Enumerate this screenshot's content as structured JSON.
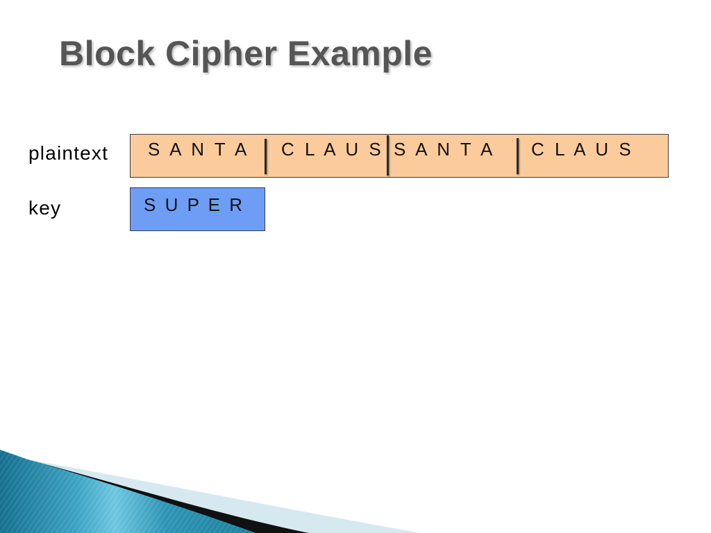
{
  "slide": {
    "title": "Block Cipher Example"
  },
  "plaintext": {
    "label": "plaintext",
    "blocks": [
      "S A N T A",
      "C L A U S",
      "S A N T A",
      "C L A U S"
    ]
  },
  "key": {
    "label": "key",
    "value": "S U P E R"
  },
  "colors": {
    "title": "#555555",
    "plaintext_fill": "#FCCB9C",
    "key_fill": "#6E9DF6",
    "swoosh_light": "#D6E9F1",
    "swoosh_dark": "#111111"
  }
}
